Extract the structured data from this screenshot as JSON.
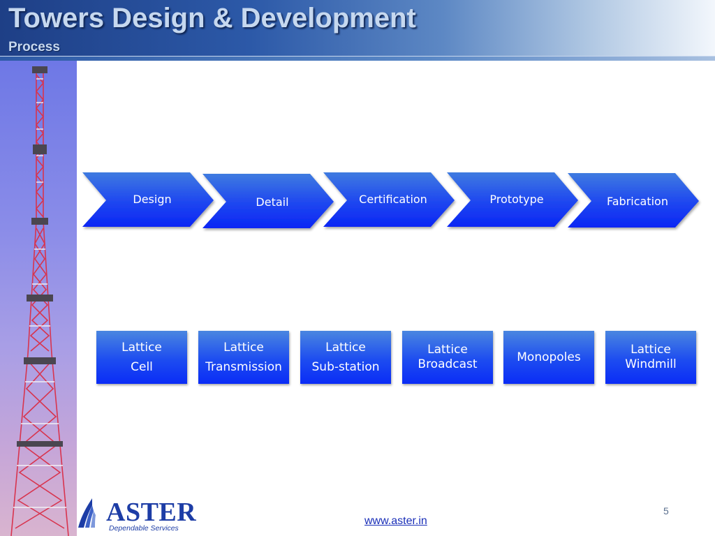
{
  "header": {
    "title": "Towers Design & Development",
    "subtitle": "Process"
  },
  "process_steps": [
    {
      "label": "Design"
    },
    {
      "label": "Detail"
    },
    {
      "label": "Certification"
    },
    {
      "label": "Prototype"
    },
    {
      "label": "Fabrication"
    }
  ],
  "tower_types": [
    {
      "line1": "Lattice",
      "line2": "Cell"
    },
    {
      "line1": "Lattice",
      "line2": "Transmission"
    },
    {
      "line1": "Lattice",
      "line2": "Sub-station"
    },
    {
      "line1": "Lattice",
      "line2": "Broadcast"
    },
    {
      "line1": "Monopoles",
      "line2": ""
    },
    {
      "line1": "Lattice",
      "line2": "Windmill"
    }
  ],
  "footer": {
    "page_number": "5",
    "website": "www.aster.in",
    "logo_name": "ASTER",
    "logo_tagline": "Dependable Services"
  },
  "colors": {
    "chevron_top": "#3f7be0",
    "chevron_bottom": "#0a26f4",
    "accent": "#1d3da6"
  }
}
